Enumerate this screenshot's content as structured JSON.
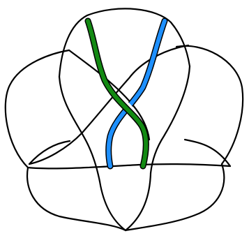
{
  "diagram": {
    "kind": "knot-diagram",
    "colors": {
      "background": "#ffffff",
      "outline": "#000000",
      "highlight_green": "#138a13",
      "highlight_blue": "#1e90ff"
    },
    "components": [
      {
        "name": "black-knot-strand",
        "color": "#000000"
      },
      {
        "name": "green-braid-strand",
        "color": "#138a13"
      },
      {
        "name": "blue-braid-strand",
        "color": "#1e90ff"
      }
    ]
  }
}
